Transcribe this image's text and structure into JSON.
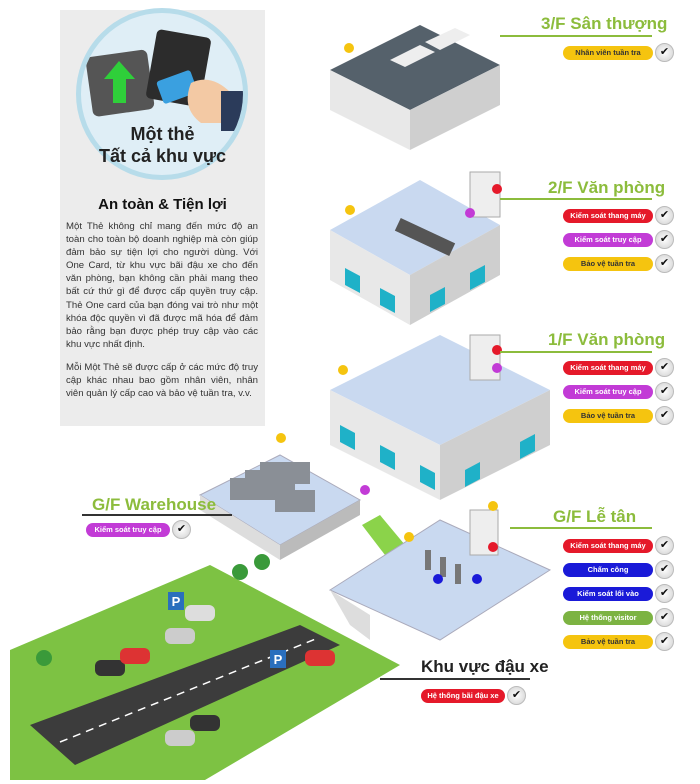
{
  "hero": {
    "line1": "Một thẻ",
    "line2": "Tất cả khu vực"
  },
  "intro": {
    "title": "An toàn & Tiện lợi",
    "paragraph1": "Một Thẻ không chỉ mang đến mức độ an toàn cho toàn bộ doanh nghiệp mà còn giúp đảm bảo sự tiện lợi cho người dùng. Với One Card, từ khu vực bãi đậu xe cho đến văn phòng, bạn không cần phải mang theo bất cứ thứ gì để được cấp quyền truy cập. Thẻ One card của bạn đóng vai trò như một khóa độc quyền vì đã được mã hóa để đảm bảo rằng bạn được phép truy cập vào các khu vực nhất định.",
    "paragraph2": "Mỗi Một Thẻ sẽ được cấp ở các mức độ truy cập khác nhau bao gồm nhân viên, nhân viên quản lý cấp cao và bảo vệ tuần tra, v.v."
  },
  "colors": {
    "red": "#e5192a",
    "purple": "#c23bd6",
    "yellow": "#f5c40f",
    "blue": "#1a1ad8",
    "green": "#7cb342",
    "title_green": "#8cbc3c"
  },
  "floors": [
    {
      "title": "3/F Sân thượng",
      "badges": [
        {
          "label": "Nhân viên tuần tra",
          "color": "#f5c40f",
          "text": "#333"
        }
      ]
    },
    {
      "title": "2/F Văn phòng",
      "badges": [
        {
          "label": "Kiểm soát thang máy",
          "color": "#e5192a"
        },
        {
          "label": "Kiểm soát truy cập",
          "color": "#c23bd6"
        },
        {
          "label": "Bảo vệ tuần tra",
          "color": "#f5c40f",
          "text": "#333"
        }
      ]
    },
    {
      "title": "1/F Văn phòng",
      "badges": [
        {
          "label": "Kiểm soát thang máy",
          "color": "#e5192a"
        },
        {
          "label": "Kiểm soát truy cập",
          "color": "#c23bd6"
        },
        {
          "label": "Bảo vệ tuần tra",
          "color": "#f5c40f",
          "text": "#333"
        }
      ]
    },
    {
      "title": "G/F Lễ tân",
      "badges": [
        {
          "label": "Kiểm soát thang máy",
          "color": "#e5192a"
        },
        {
          "label": "Chấm công",
          "color": "#1a1ad8"
        },
        {
          "label": "Kiểm soát lối vào",
          "color": "#1a1ad8"
        },
        {
          "label": "Hệ thống visitor",
          "color": "#7cb342"
        },
        {
          "label": "Bảo vệ tuần tra",
          "color": "#f5c40f",
          "text": "#333"
        }
      ]
    },
    {
      "title": "G/F Warehouse",
      "badges": [
        {
          "label": "Kiểm soát truy cập",
          "color": "#c23bd6"
        }
      ]
    },
    {
      "title": "Khu vực đậu xe",
      "badges": [
        {
          "label": "Hệ thống bãi đậu xe",
          "color": "#e5192a"
        }
      ]
    }
  ],
  "check_icon": "✔",
  "parking_sign": "P"
}
